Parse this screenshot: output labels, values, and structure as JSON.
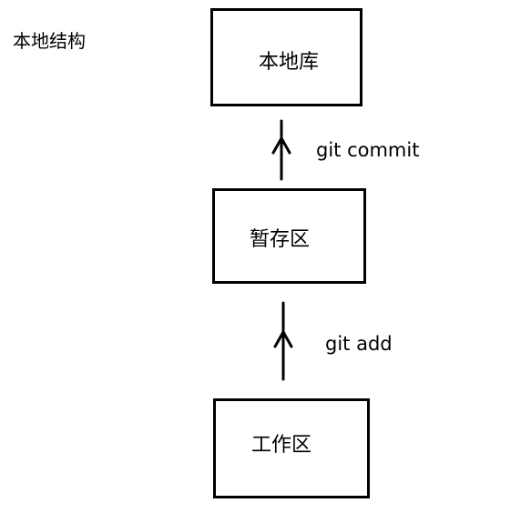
{
  "title": "本地结构",
  "nodes": {
    "repo": {
      "label": "本地库"
    },
    "stage": {
      "label": "暂存区"
    },
    "work": {
      "label": "工作区"
    }
  },
  "edges": {
    "commit": {
      "label": "git commit"
    },
    "add": {
      "label": "git add"
    }
  }
}
